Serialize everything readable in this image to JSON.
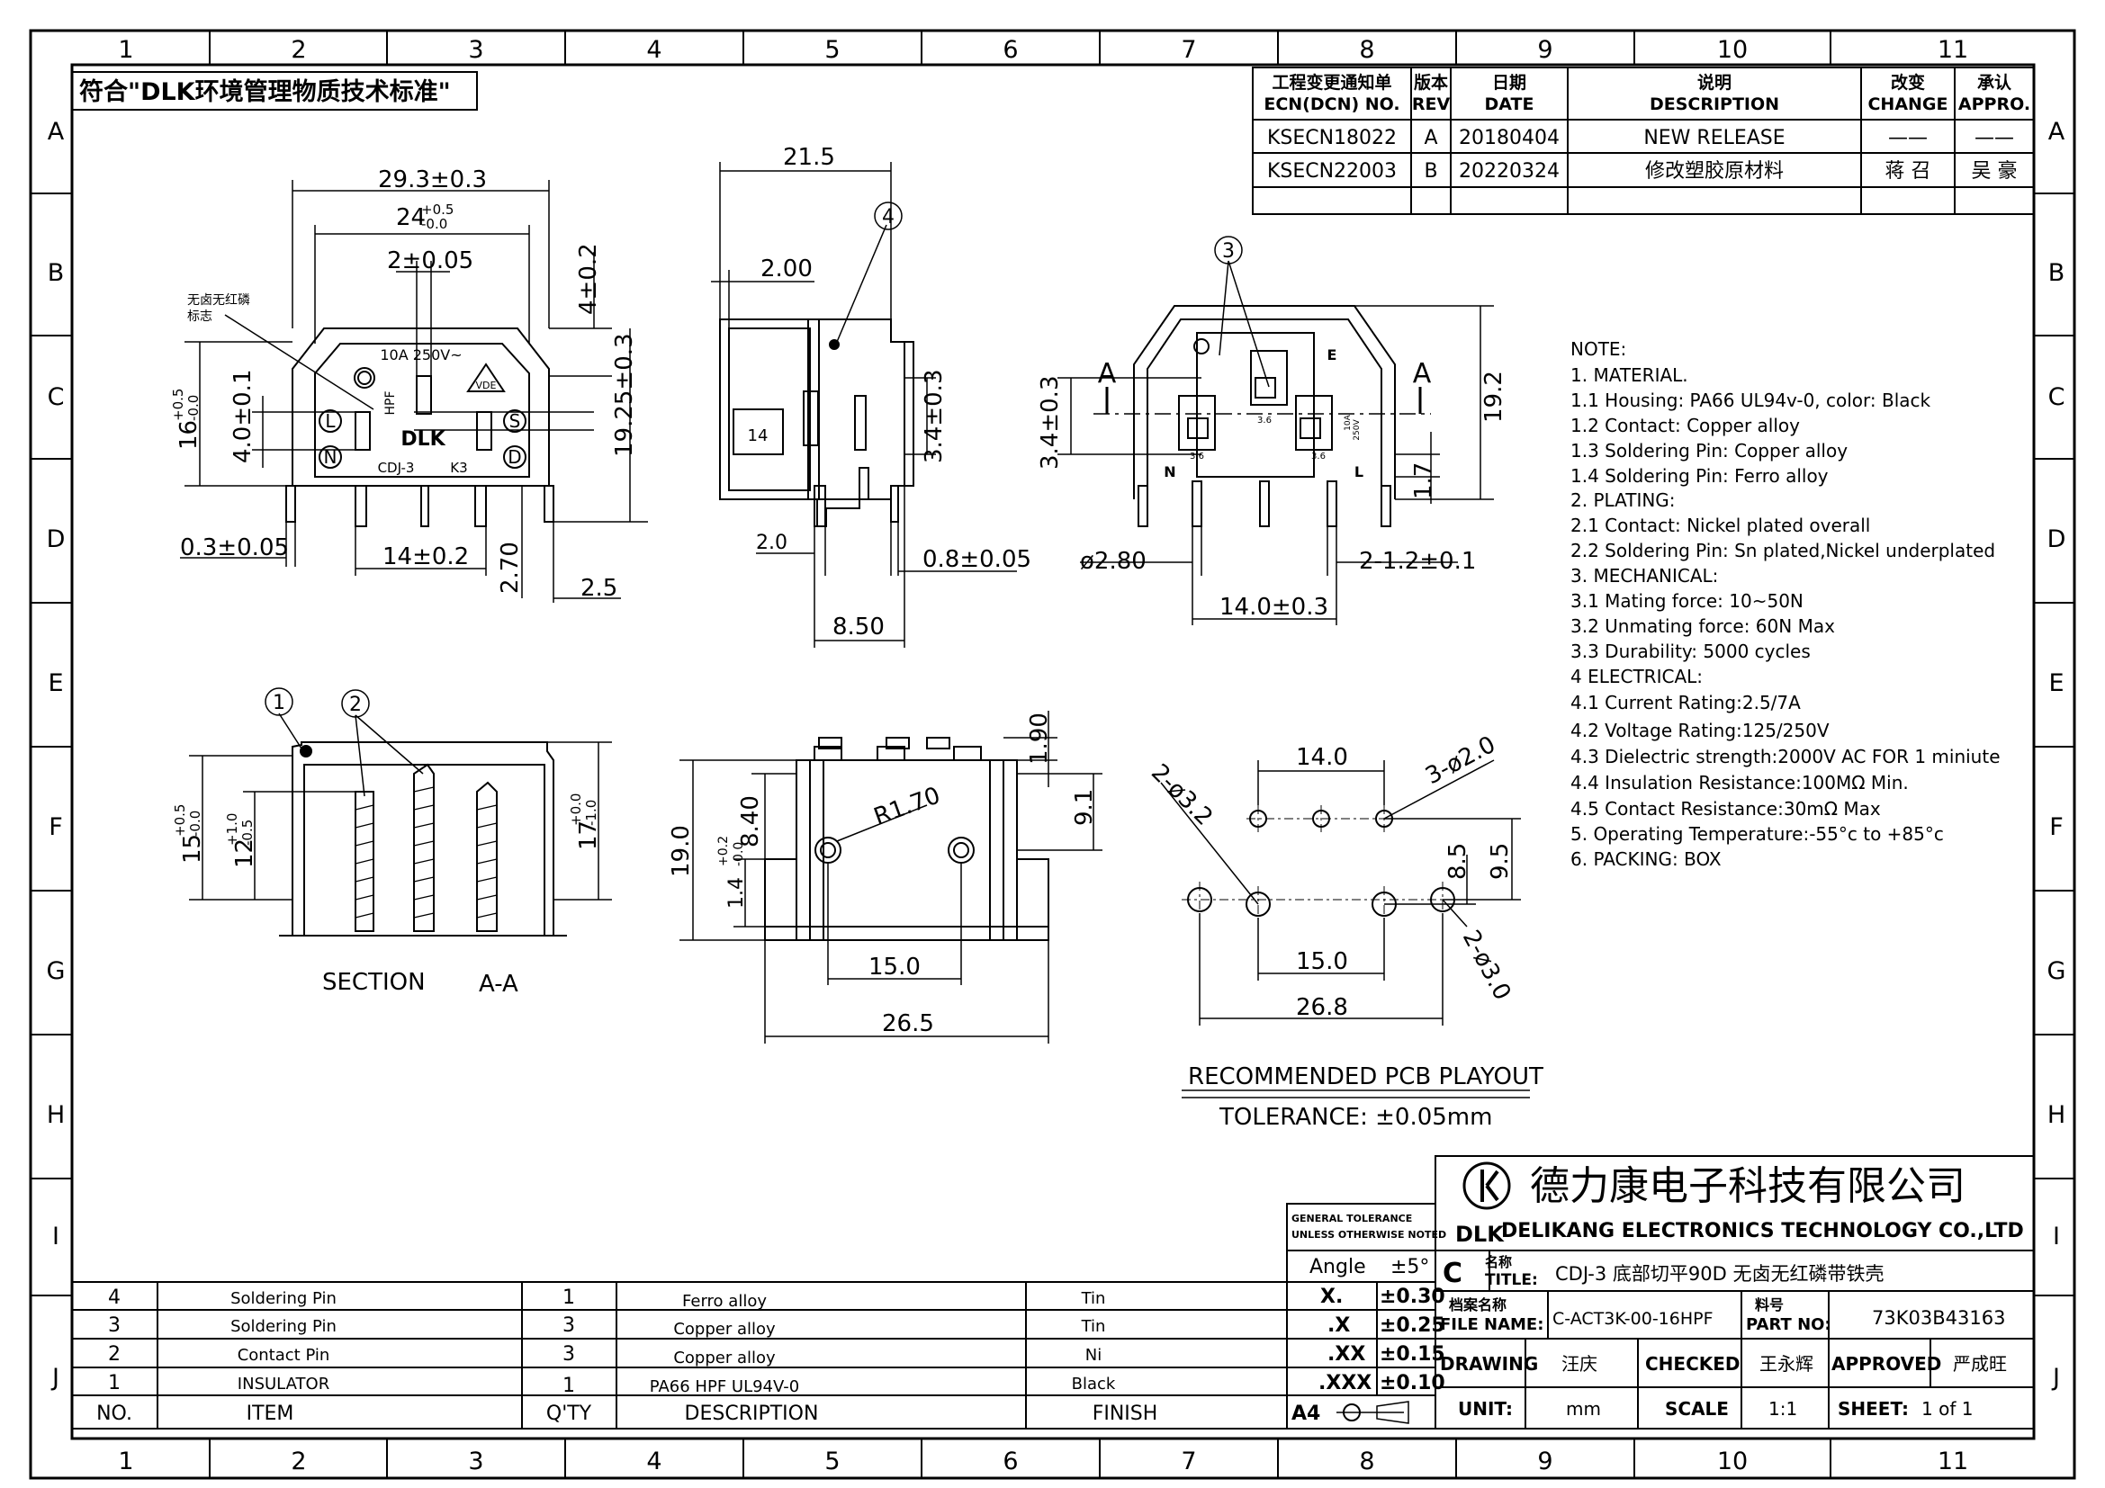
{
  "compliance": "符合\"DLK环境管理物质技术标准\"",
  "grid": {
    "cols": [
      "1",
      "2",
      "3",
      "4",
      "5",
      "6",
      "7",
      "8",
      "9",
      "10",
      "11"
    ],
    "rows": [
      "A",
      "B",
      "C",
      "D",
      "E",
      "F",
      "G",
      "H",
      "I",
      "J"
    ]
  },
  "revision": {
    "h_ecn": "工程变更通知单",
    "h_ecn2": "ECN(DCN) NO.",
    "h_rev": "版本",
    "h_rev2": "REV",
    "h_date": "日期",
    "h_date2": "DATE",
    "h_desc": "说明",
    "h_desc2": "DESCRIPTION",
    "h_change": "改变",
    "h_change2": "CHANGE",
    "h_appro": "承认",
    "h_appro2": "APPRO.",
    "rows": [
      {
        "ecn": "KSECN18022",
        "rev": "A",
        "date": "20180404",
        "desc": "NEW RELEASE",
        "change": "——",
        "appro": "——"
      },
      {
        "ecn": "KSECN22003",
        "rev": "B",
        "date": "20220324",
        "desc": "修改塑胶原材料",
        "change": "蒋 召",
        "appro": "吴 豪"
      }
    ]
  },
  "front": {
    "d1": "29.3±0.3",
    "d2": "24",
    "d2sup": "+0.5",
    "d2sub": "-0.0",
    "d3": "2±0.05",
    "d4": "4±0.2",
    "d5": "19.25±0.3",
    "d6": "16",
    "d6sup": "+0.5",
    "d6sub": "-0.0",
    "d7": "4.0±0.1",
    "d8": "0.3±0.05",
    "d9": "14±0.2",
    "d10": "2.70",
    "d11": "2.5",
    "mark1": "无卤无红磷",
    "mark2": "标志",
    "rating": "10A  250V~",
    "hpf": "HPF",
    "brand": "DLK",
    "model": "CDJ-3",
    "k3": "K3",
    "l": "L",
    "n": "N",
    "s": "S",
    "d": "D",
    "ve": "VDE"
  },
  "side": {
    "d1": "21.5",
    "d2": "2.00",
    "d3": "3.4±0.3",
    "d4": "2.0",
    "d5": "0.8±0.05",
    "d6": "8.50",
    "balloon": "4",
    "label": "14"
  },
  "rear": {
    "balloon": "3",
    "a": "A",
    "d1": "19.2",
    "d2": "3.4±0.3",
    "d3": "1.7",
    "d4": "ø2.80",
    "d5": "2-1.2±0.1",
    "d6": "14.0±0.3",
    "n": "N",
    "l": "L",
    "e": "E",
    "v36": "3.6",
    "r10a": "10A",
    "r250": "250V"
  },
  "section": {
    "b1": "1",
    "b2": "2",
    "d1": "15",
    "d1sup": "+0.5",
    "d1sub": "-0.0",
    "d2": "12",
    "d2sup": "+1.0",
    "d2sub": "-0.5",
    "d3": "17",
    "d3sup": "+0.0",
    "d3sub": "-1.0",
    "title": "SECTION",
    "tag": "A-A"
  },
  "bottom": {
    "d1": "1.90",
    "d2": "9.1",
    "d3": "19.0",
    "d4": "1.4",
    "d4sup": "+0.2",
    "d4sub": "-0.0",
    "d5": "8.40",
    "d6": "R1.70",
    "d7": "15.0",
    "d8": "26.5"
  },
  "pcb": {
    "d1": "14.0",
    "d2": "3-ø2.0",
    "d3": "2-ø3.2",
    "d4": "8.5",
    "d5": "9.5",
    "d6": "2-ø3.0",
    "d7": "15.0",
    "d8": "26.8",
    "title": "RECOMMENDED PCB PLAYOUT",
    "tol": "TOLERANCE: ±0.05mm"
  },
  "notes": [
    "NOTE:",
    "1.  MATERIAL.",
    "1.1  Housing:  PA66  UL94v-0,  color:  Black",
    "1.2  Contact:  Copper  alloy",
    "1.3  Soldering  Pin:  Copper  alloy",
    "1.4  Soldering  Pin:   Ferro  alloy",
    "2.  PLATING:",
    "2.1  Contact:  Nickel  plated  overall",
    "2.2  Soldering  Pin:  Sn  plated,Nickel  underplated",
    "3.    MECHANICAL:",
    "3.1  Mating  force:  10~50N",
    "3.2  Unmating  force:  60N  Max",
    "3.3  Durability:  5000  cycles",
    "4    ELECTRICAL:",
    "4.1  Current  Rating:2.5/7A",
    "4.2  Voltage  Rating:125/250V",
    "4.3  Dielectric  strength:2000V  AC  FOR  1  miniute",
    "4.4  Insulation  Resistance:100MΩ  Min.",
    "4.5  Contact  Resistance:30mΩ  Max",
    "5.  Operating  Temperature:-55°c  to  +85°c",
    "6.  PACKING:  BOX"
  ],
  "bom": {
    "h_no": "NO.",
    "h_item": "ITEM",
    "h_qty": "Q'TY",
    "h_desc": "DESCRIPTION",
    "h_finish": "FINISH",
    "rows": [
      {
        "no": "4",
        "item": "Soldering Pin",
        "qty": "1",
        "desc": "Ferro  alloy",
        "finish": "Tin"
      },
      {
        "no": "3",
        "item": "Soldering Pin",
        "qty": "3",
        "desc": "Copper  alloy",
        "finish": "Tin"
      },
      {
        "no": "2",
        "item": "Contact  Pin",
        "qty": "3",
        "desc": "Copper  alloy",
        "finish": "Ni"
      },
      {
        "no": "1",
        "item": "INSULATOR",
        "qty": "1",
        "desc": "PA66  HPF  UL94V-0",
        "finish": "Black"
      }
    ]
  },
  "tolerance": {
    "h1": "GENERAL TOLERANCE",
    "h2": "UNLESS OTHERWISE NOTED",
    "rows": [
      {
        "k": "Angle",
        "v": "±5°"
      },
      {
        "k": "X.",
        "v": "±0.30"
      },
      {
        "k": ".X",
        "v": "±0.25"
      },
      {
        "k": ".XX",
        "v": "±0.15"
      },
      {
        "k": ".XXX",
        "v": "±0.10"
      }
    ],
    "paper": "A4"
  },
  "title": {
    "company_cn": "德力康电子科技有限公司",
    "company_en": "DELIKANG  ELECTRONICS  TECHNOLOGY  CO.,LTD",
    "logo": "DLK",
    "rev": "C",
    "l_title_cn": "名称",
    "l_title": "TITLE:",
    "title": "CDJ-3  底部切平90D  无卤无红磷带铁壳",
    "l_file_cn": "档案名称",
    "l_file": "FILE NAME:",
    "file": "C-ACT3K-00-16HPF",
    "l_part_cn": "料号",
    "l_part": "PART NO:",
    "part": "73K03B43163",
    "l_drawing": "DRAWING",
    "drawing": "汪庆",
    "l_checked": "CHECKED",
    "checked": "王永辉",
    "l_approved": "APPROVED",
    "approved": "严成旺",
    "l_unit": "UNIT:",
    "unit": "mm",
    "l_scale": "SCALE",
    "scale": "1:1",
    "l_sheet": "SHEET:",
    "sheet": "1  of  1"
  }
}
